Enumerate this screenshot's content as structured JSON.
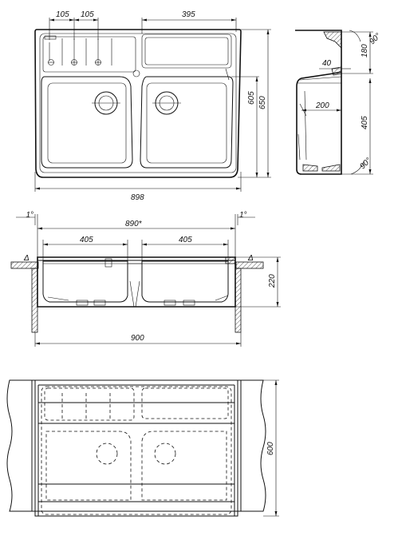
{
  "top_view": {
    "dim_faucet_1": "105",
    "dim_faucet_2": "105",
    "dim_drainer_width": "395",
    "dim_inner_depth": "605",
    "dim_outer_depth": "650",
    "dim_total_width": "898"
  },
  "section_view": {
    "dim_rim_angle": "90°",
    "dim_rim_height": "180",
    "dim_ledge": "40",
    "dim_bowl_offset": "200",
    "dim_bowl_depth": "405",
    "dim_base_angle": "90°"
  },
  "front_view": {
    "dim_left_angle": "1°",
    "dim_right_angle": "1°",
    "dim_top_width": "890*",
    "dim_left_bowl": "405",
    "dim_right_bowl": "405",
    "dim_height": "220",
    "dim_cabinet_width": "900",
    "delta_left": "Δ",
    "delta_right": "Δ"
  },
  "cabinet_view": {
    "dim_cabinet_depth": "600"
  },
  "colors": {
    "line": "#111111",
    "background": "#ffffff"
  }
}
